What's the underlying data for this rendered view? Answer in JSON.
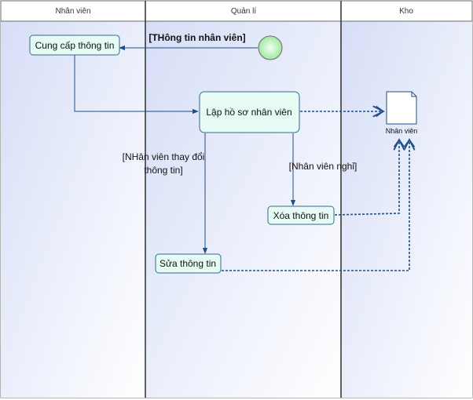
{
  "lanes": [
    {
      "label": "Nhân viên"
    },
    {
      "label": "Quản lí"
    },
    {
      "label": "Kho"
    }
  ],
  "nodes": {
    "provide_info": "Cung cấp thông tin",
    "create_profile": "Lập hồ sơ nhân viên",
    "delete_info": "Xóa thông tin",
    "edit_info": "Sửa thông tin",
    "object_employee": "Nhân viên"
  },
  "guards": {
    "employee_info": "[THông tin nhân viên]",
    "employee_change_line1": "[NHân viên thay đổi",
    "employee_change_line2": "thông tin]",
    "employee_quit": "[Nhân viên nghỉ]"
  },
  "colors": {
    "lane_gradient_top": "#dbe3f8",
    "lane_gradient_bottom": "#ffffff",
    "node_fill": "#e6fbf4",
    "node_border": "#356a8a",
    "flow": "#1f4e86",
    "start_fill": "#c6f4c6"
  }
}
